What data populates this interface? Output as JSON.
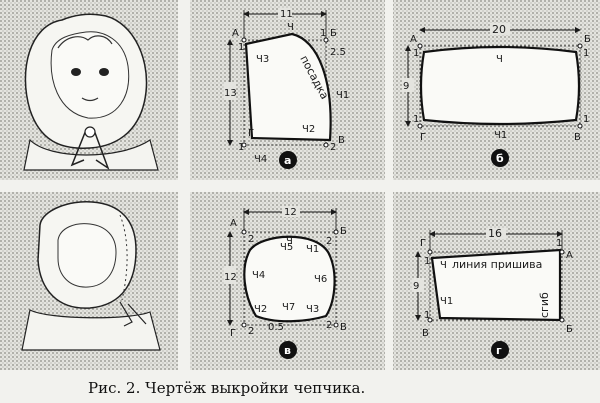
{
  "caption": "Рис. 2. Чертёж выкройки чепчика.",
  "panel_a": {
    "badge": "а",
    "corner_A": "А",
    "corner_B": "Б",
    "corner_V": "В",
    "corner_G": "Г",
    "dim_top": "11",
    "dim_left": "13",
    "pt_ch": "Ч",
    "pt_ch1": "Ч1",
    "pt_ch2": "Ч2",
    "pt_ch3": "Ч3",
    "pt_ch4": "Ч4",
    "n_1a": "1",
    "n_1b": "1",
    "n_1c": "1",
    "n_2a": "2",
    "n_25": "2.5",
    "seam_text": "посадка"
  },
  "panel_b": {
    "badge": "б",
    "corner_A": "А",
    "corner_B": "Б",
    "corner_V": "В",
    "corner_G": "Г",
    "dim_top": "20",
    "dim_left": "9",
    "pt_ch": "Ч",
    "pt_ch1": "Ч1",
    "n_1a": "1",
    "n_1b": "1",
    "n_1c": "1",
    "n_1d": "1"
  },
  "panel_v": {
    "badge": "в",
    "corner_A": "А",
    "corner_B": "Б",
    "corner_V": "В",
    "corner_G": "Г",
    "dim_top": "12",
    "dim_left": "12",
    "pt_ch": "Ч",
    "pt_ch1": "Ч1",
    "pt_ch2": "Ч2",
    "pt_ch3": "Ч3",
    "pt_ch4": "Ч4",
    "pt_ch5": "Ч5",
    "pt_ch6": "Ч6",
    "pt_ch7": "Ч7",
    "n_2a": "2",
    "n_2b": "2",
    "n_2c": "2",
    "n_2d": "2",
    "n_05": "0.5"
  },
  "panel_g": {
    "badge": "г",
    "corner_A": "А",
    "corner_B": "Б",
    "corner_V": "В",
    "corner_G": "Г",
    "dim_top": "16",
    "dim_left": "9",
    "pt_ch": "Ч",
    "pt_ch1": "Ч1",
    "n_1a": "1",
    "n_1b": "1",
    "n_1c": "1",
    "seam_text": "линия пришива",
    "fold_text": "сгиб"
  }
}
